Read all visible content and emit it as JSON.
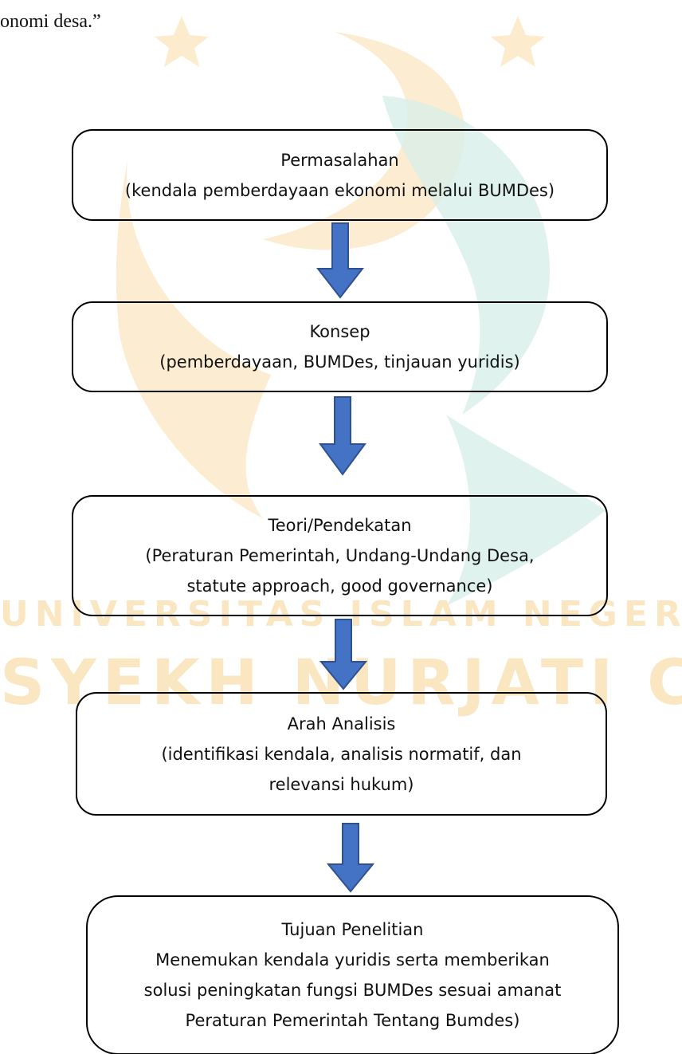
{
  "top_text": "onomi desa.”",
  "watermark": {
    "line1": "UNIVERSITAS ISLAM NEGERI SIBER",
    "line2": "SYEKH NURJATI CIREBON"
  },
  "flowchart": {
    "boxes": [
      {
        "title": "Permasalahan",
        "lines": [
          "(kendala pemberdayaan ekonomi melalui BUMDes)"
        ]
      },
      {
        "title": "Konsep",
        "lines": [
          "(pemberdayaan, BUMDes, tinjauan yuridis)"
        ]
      },
      {
        "title": "Teori/Pendekatan",
        "lines": [
          "(Peraturan Pemerintah, Undang-Undang Desa,",
          "statute approach, good governance)"
        ]
      },
      {
        "title": "Arah Analisis",
        "lines": [
          "(identifikasi kendala, analisis normatif, dan",
          "relevansi hukum)"
        ]
      },
      {
        "title": "Tujuan Penelitian",
        "lines": [
          "Menemukan kendala yuridis serta memberikan",
          "solusi peningkatan fungsi BUMDes sesuai amanat",
          "Peraturan Pemerintah Tentang Bumdes)"
        ]
      }
    ],
    "arrow_color": "#4472c4",
    "arrow_border_color": "#2f528f"
  }
}
